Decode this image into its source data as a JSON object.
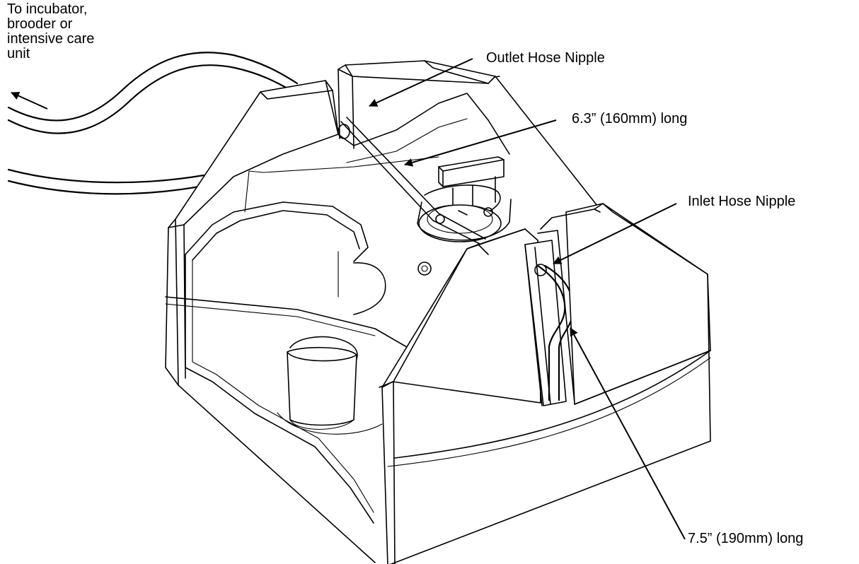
{
  "labels": {
    "destination_line1": "To incubator,",
    "destination_line2": "brooder or",
    "destination_line3": "intensive care",
    "destination_line4": "unit",
    "outlet": "Outlet Hose Nipple",
    "outlet_length": "6.3” (160mm) long",
    "inlet": "Inlet Hose Nipple",
    "inlet_length": "7.5” (190mm) long"
  },
  "colors": {
    "line": "#000000",
    "background": "#ffffff"
  }
}
